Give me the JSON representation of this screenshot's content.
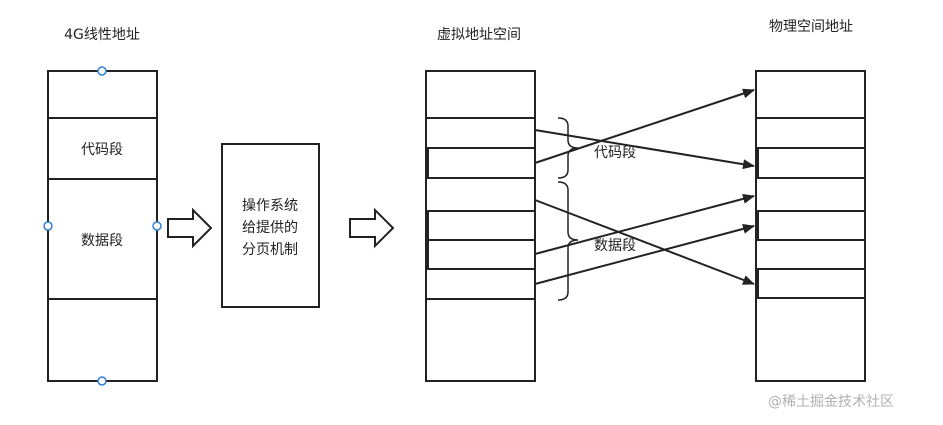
{
  "titles": {
    "linear": "4G线性地址",
    "virtual": "虚拟地址空间",
    "physical": "物理空间地址"
  },
  "linear_segments": {
    "code": "代码段",
    "data": "数据段"
  },
  "paging_box": {
    "line1": "操作系统",
    "line2": "给提供的",
    "line3": "分页机制"
  },
  "virtual_labels": {
    "code": "代码段",
    "data": "数据段"
  },
  "watermark": "@稀土掘金技术社区",
  "colors": {
    "stroke": "#222222",
    "handle": "#2f7fd6",
    "watermark": "#b0b0b0"
  }
}
